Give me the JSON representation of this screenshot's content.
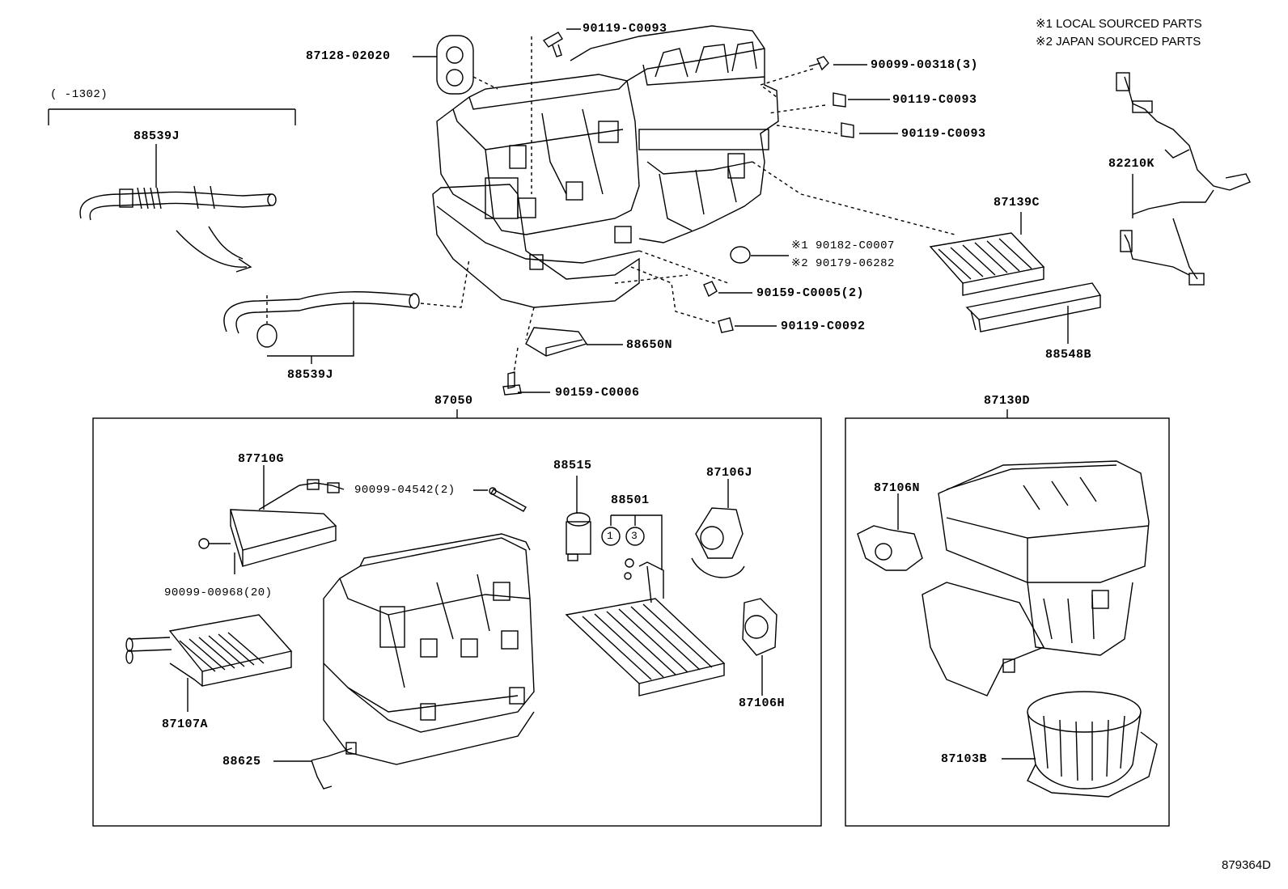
{
  "notes": {
    "note1": "※1 LOCAL SOURCED PARTS",
    "note2": "※2 JAPAN SOURCED PARTS"
  },
  "date_range": "(      -1302)",
  "parts": {
    "p87128": "87128-02020",
    "p90119_top": "90119-C0093",
    "p90099_00318": "90099-00318(3)",
    "p90119_a": "90119-C0093",
    "p90119_b": "90119-C0093",
    "p88539j_top": "88539J",
    "p88539j_bottom": "88539J",
    "p82210k": "82210K",
    "p87139c": "87139C",
    "p90182": "※1 90182-C0007",
    "p90179": "※2 90179-06282",
    "p90159_c0005": "90159-C0005(2)",
    "p90119_c0092": "90119-C0092",
    "p88548b": "88548B",
    "p88650n": "88650N",
    "p90159_c0006": "90159-C0006",
    "p87050": "87050",
    "p87130d": "87130D",
    "p87710g": "87710G",
    "p88515": "88515",
    "p90099_04542": "90099-04542(2)",
    "p88501": "88501",
    "p87106j": "87106J",
    "p87106n": "87106N",
    "p90099_00968": "90099-00968(20)",
    "p87107a": "87107A",
    "p87106h": "87106H",
    "p88625": "88625",
    "p87103b": "87103B",
    "circle1": "1",
    "circle3": "3"
  },
  "diagram_code": "879364D"
}
